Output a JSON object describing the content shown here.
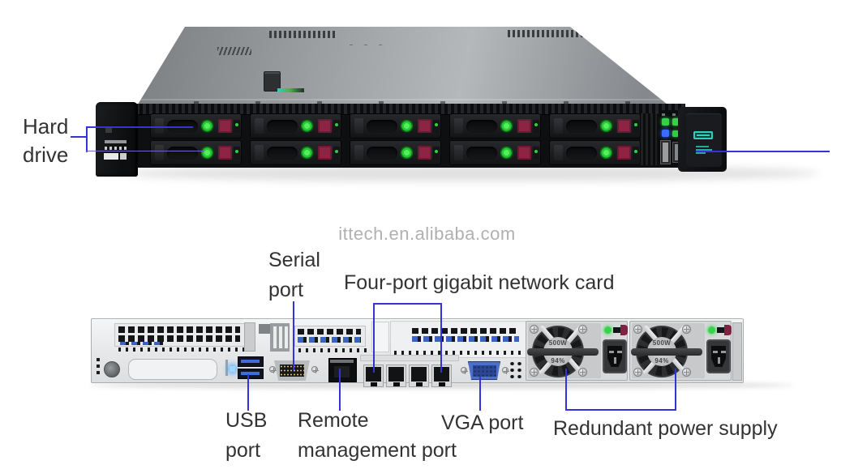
{
  "watermark": "ittech.en.alibaba.com",
  "front_view": {
    "hard_drive_label": [
      "Hard",
      "drive"
    ]
  },
  "rear_view": {
    "serial_port_label": [
      "Serial",
      "port"
    ],
    "nic_label": "Four-port gigabit network card",
    "usb_port_label": [
      "USB",
      "port"
    ],
    "remote_mgmt_label": [
      "Remote",
      "management port"
    ],
    "vga_port_label": "VGA port",
    "redundant_psu_label": "Redundant power supply",
    "psu": {
      "wattage": "500W",
      "efficiency": "94%"
    }
  },
  "colors": {
    "callout_line": "#3434d6",
    "label_text": "#333333",
    "watermark_text": "#b0b0b0",
    "hpe_teal": "#2fd0bd",
    "led_green": "#35d148",
    "led_blue": "#3b6bff",
    "drive_button_red": "#8e2444"
  }
}
